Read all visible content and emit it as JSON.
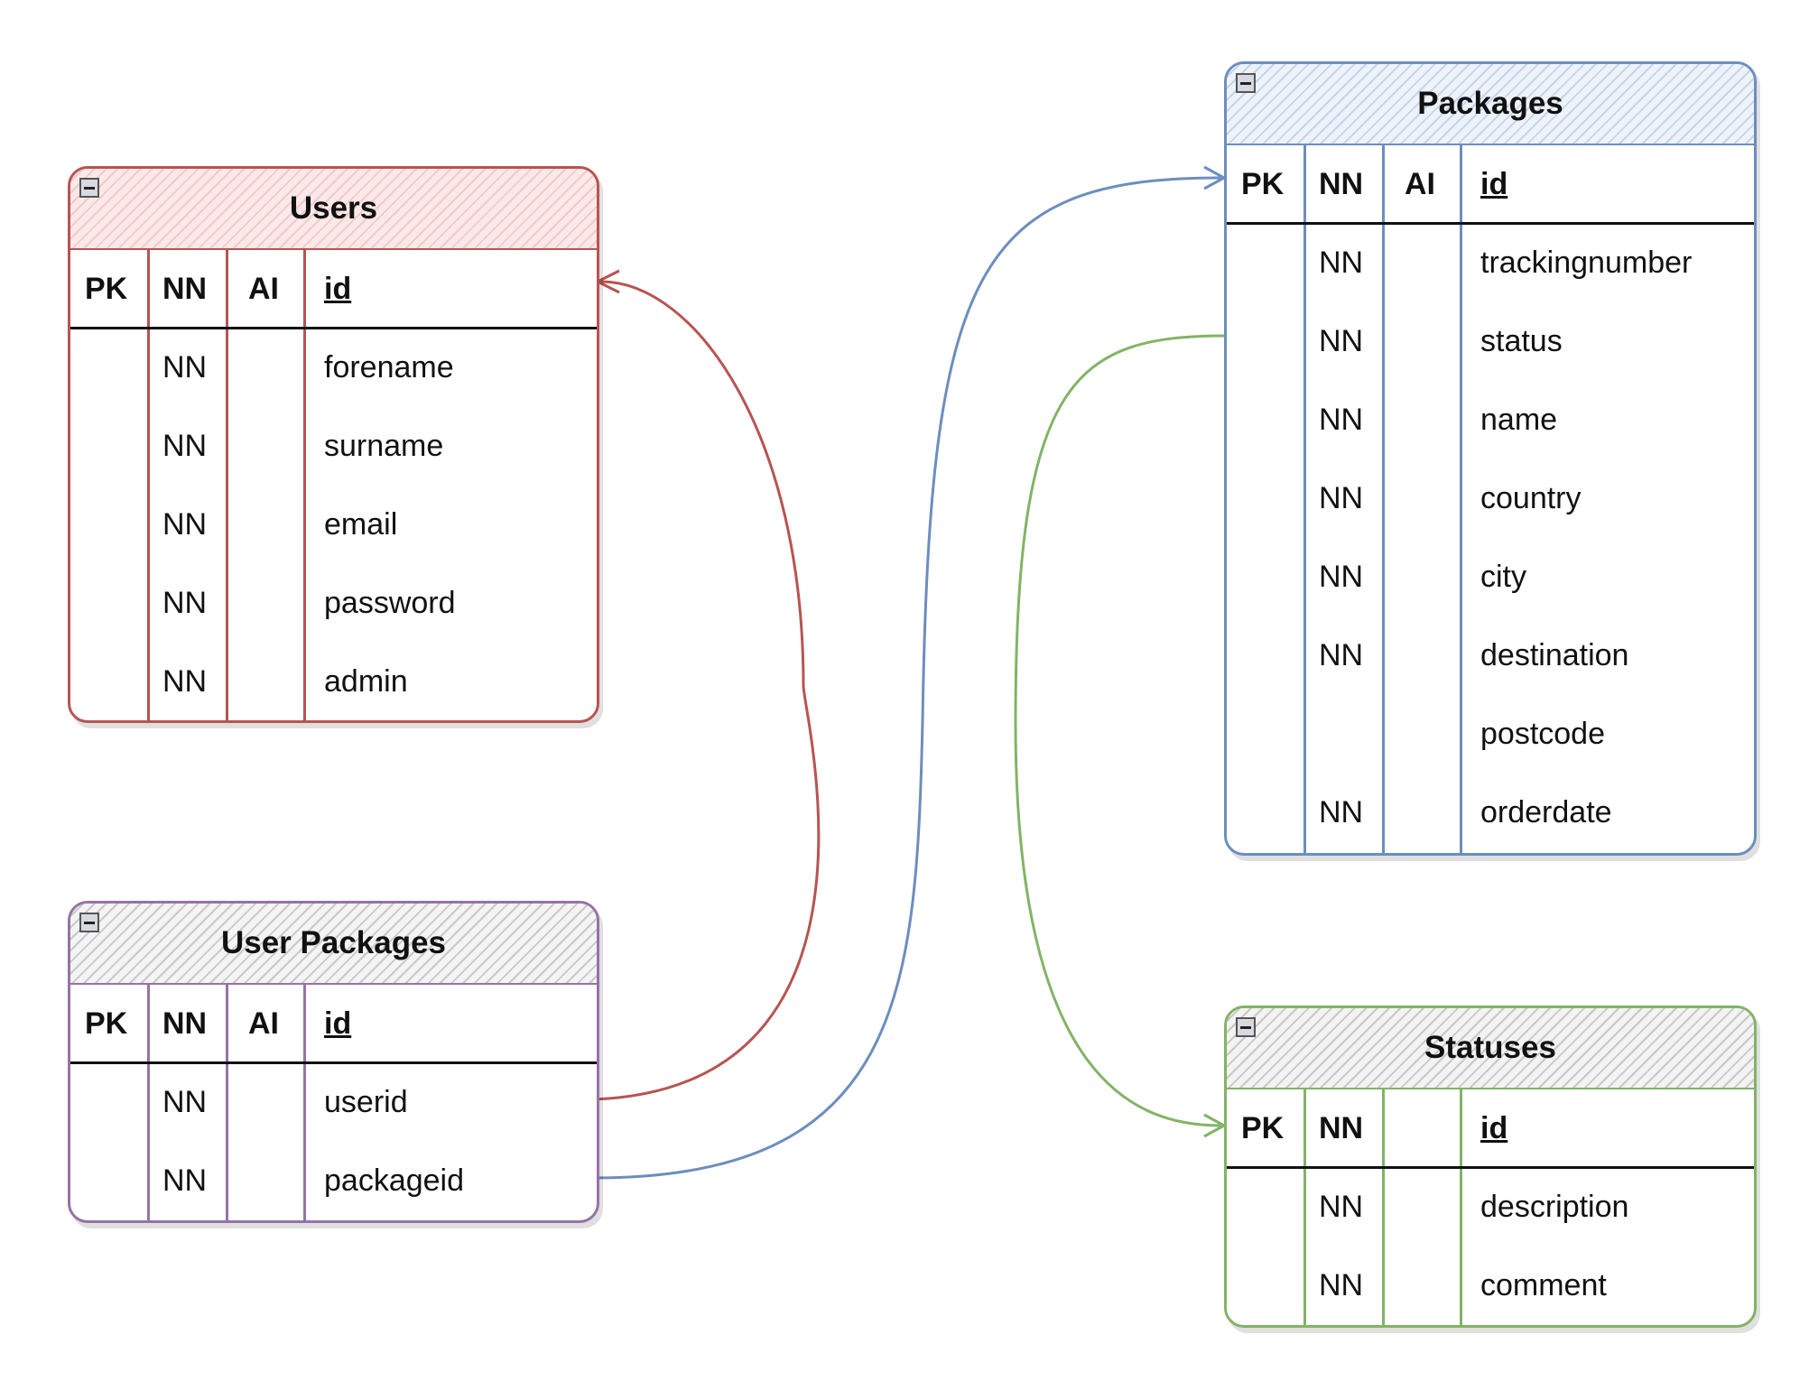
{
  "colors": {
    "users": "#b85450",
    "user_packages": "#9673a6",
    "packages": "#6c8ebf",
    "statuses": "#82b366"
  },
  "tables": {
    "users": {
      "title": "Users",
      "header": {
        "pk": "PK",
        "nn": "NN",
        "ai": "AI",
        "name": "id"
      },
      "rows": [
        {
          "nn": "NN",
          "name": "forename"
        },
        {
          "nn": "NN",
          "name": "surname"
        },
        {
          "nn": "NN",
          "name": "email"
        },
        {
          "nn": "NN",
          "name": "password"
        },
        {
          "nn": "NN",
          "name": "admin"
        }
      ]
    },
    "user_packages": {
      "title": "User Packages",
      "header": {
        "pk": "PK",
        "nn": "NN",
        "ai": "AI",
        "name": "id"
      },
      "rows": [
        {
          "nn": "NN",
          "name": "userid"
        },
        {
          "nn": "NN",
          "name": "packageid"
        }
      ]
    },
    "packages": {
      "title": "Packages",
      "header": {
        "pk": "PK",
        "nn": "NN",
        "ai": "AI",
        "name": "id"
      },
      "rows": [
        {
          "nn": "NN",
          "name": "trackingnumber"
        },
        {
          "nn": "NN",
          "name": "status"
        },
        {
          "nn": "NN",
          "name": "name"
        },
        {
          "nn": "NN",
          "name": "country"
        },
        {
          "nn": "NN",
          "name": "city"
        },
        {
          "nn": "NN",
          "name": "destination"
        },
        {
          "nn": "",
          "name": "postcode"
        },
        {
          "nn": "NN",
          "name": "orderdate"
        }
      ]
    },
    "statuses": {
      "title": "Statuses",
      "header": {
        "pk": "PK",
        "nn": "NN",
        "ai": "",
        "name": "id"
      },
      "rows": [
        {
          "nn": "NN",
          "name": "description"
        },
        {
          "nn": "NN",
          "name": "comment"
        }
      ]
    }
  },
  "relationships": [
    {
      "from": "User Packages.userid",
      "to": "Users.id"
    },
    {
      "from": "User Packages.packageid",
      "to": "Packages.id"
    },
    {
      "from": "Packages.status",
      "to": "Statuses.id"
    }
  ]
}
